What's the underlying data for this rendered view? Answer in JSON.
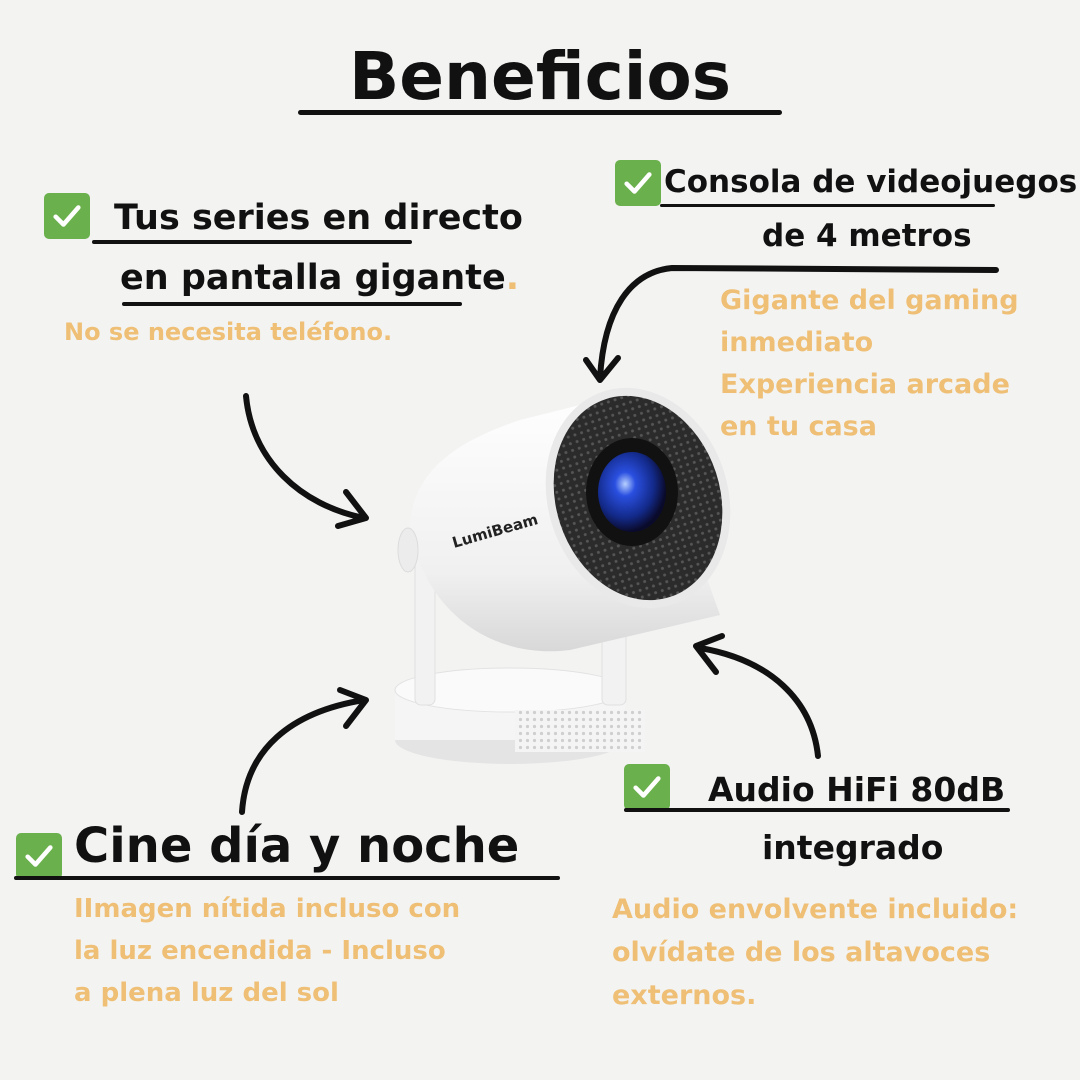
{
  "header": {
    "title": "Beneficios"
  },
  "colors": {
    "accent": "#eebf75",
    "check": "#6ab04c",
    "text": "#111111",
    "background": "#f3f3f2"
  },
  "product": {
    "brand": "LumiBeam",
    "icon": "projector-image"
  },
  "features": [
    {
      "icon": "check-icon",
      "title_lines": [
        "Tus series en directo",
        "en pantalla gigante"
      ],
      "title_suffix": ".",
      "description_lines": [
        "No se necesita teléfono."
      ]
    },
    {
      "icon": "check-icon",
      "title_lines": [
        "Consola de videojuegos",
        "de 4 metros"
      ],
      "description_lines": [
        "Gigante del gaming",
        "inmediato",
        "Experiencia arcade",
        "en tu casa"
      ]
    },
    {
      "icon": "check-icon",
      "title_lines": [
        "Cine día y noche"
      ],
      "description_lines": [
        "IImagen nítida incluso con",
        "la luz encendida - Incluso",
        "a plena luz del sol"
      ]
    },
    {
      "icon": "check-icon",
      "title_lines": [
        "Audio HiFi 80dB",
        "integrado"
      ],
      "description_lines": [
        "Audio envolvente incluido:",
        "olvídate de los altavoces",
        "externos."
      ]
    }
  ]
}
